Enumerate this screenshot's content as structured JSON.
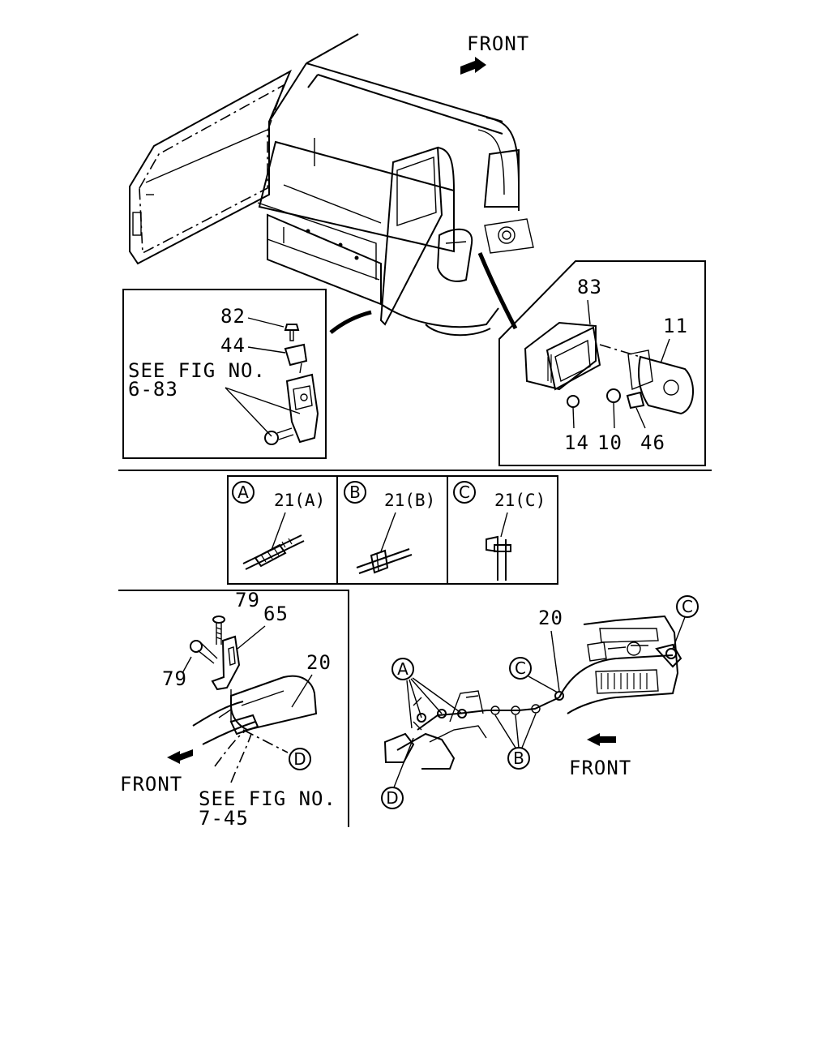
{
  "top": {
    "front_label": "FRONT",
    "inset_left": {
      "see_fig_line1": "SEE FIG NO.",
      "see_fig_line2": "6-83",
      "parts": [
        "82",
        "44"
      ]
    },
    "inset_right": {
      "parts": [
        "83",
        "11",
        "14",
        "10",
        "46"
      ]
    }
  },
  "clip_details": [
    {
      "marker": "A",
      "label": "21(A)"
    },
    {
      "marker": "B",
      "label": "21(B)"
    },
    {
      "marker": "C",
      "label": "21(C)"
    }
  ],
  "bottom_left": {
    "parts": [
      "79",
      "65",
      "79",
      "20"
    ],
    "marker": "D",
    "front_label": "FRONT",
    "see_fig_line1": "SEE FIG NO.",
    "see_fig_line2": "7-45"
  },
  "bottom_right": {
    "part": "20",
    "markers": [
      "A",
      "C",
      "C",
      "B",
      "D"
    ],
    "front_label": "FRONT"
  }
}
